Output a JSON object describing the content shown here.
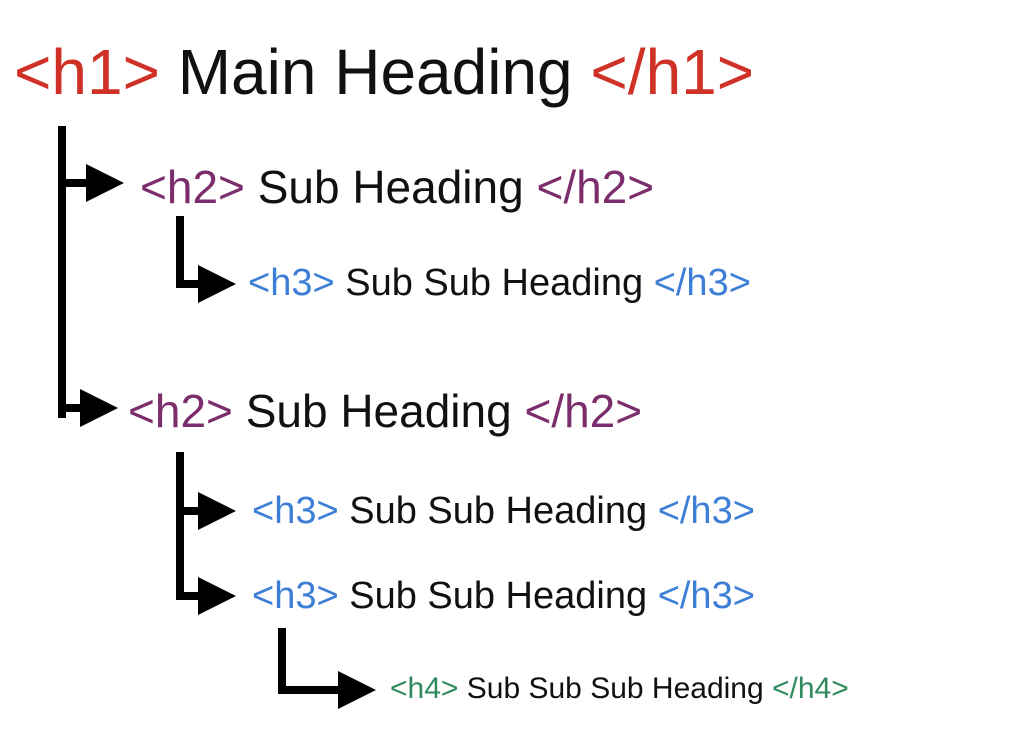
{
  "colors": {
    "h1_tag": "#d03126",
    "h2_tag": "#7b2d6c",
    "h3_tag": "#3d7fd6",
    "h4_tag": "#2f8a5e",
    "heading_text": "#111111",
    "connector": "#000000"
  },
  "headings": [
    {
      "level": "h1",
      "open_tag": "<h1>",
      "text": "Main Heading",
      "close_tag": "</h1>"
    },
    {
      "level": "h2",
      "open_tag": "<h2>",
      "text": "Sub Heading",
      "close_tag": "</h2>"
    },
    {
      "level": "h3",
      "open_tag": "<h3>",
      "text": "Sub Sub Heading",
      "close_tag": "</h3>"
    },
    {
      "level": "h2",
      "open_tag": "<h2>",
      "text": "Sub Heading",
      "close_tag": "</h2>"
    },
    {
      "level": "h3",
      "open_tag": "<h3>",
      "text": "Sub Sub Heading",
      "close_tag": "</h3>"
    },
    {
      "level": "h3",
      "open_tag": "<h3>",
      "text": "Sub Sub Heading",
      "close_tag": "</h3>"
    },
    {
      "level": "h4",
      "open_tag": "<h4>",
      "text": "Sub Sub Sub Heading",
      "close_tag": "</h4>"
    }
  ]
}
